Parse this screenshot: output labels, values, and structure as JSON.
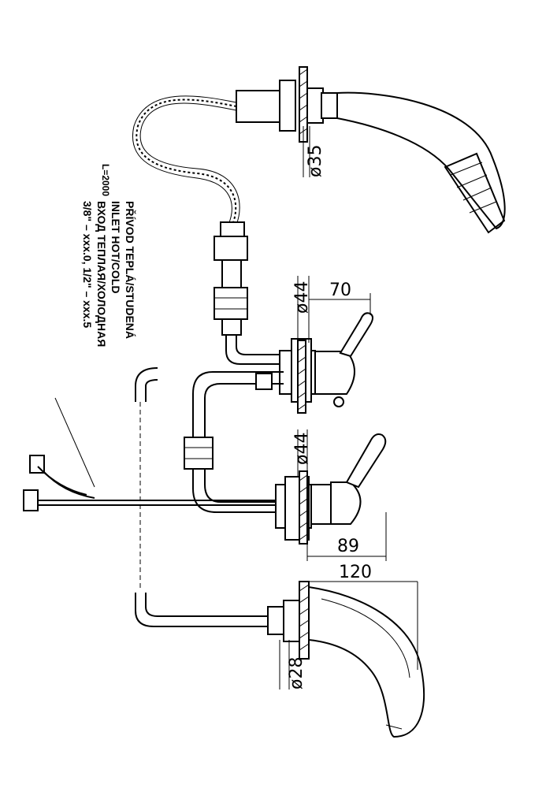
{
  "dimensions": {
    "d35": "ø35",
    "d44_top": "ø44",
    "d44_mid": "ø44",
    "d28": "ø28",
    "l70": "70",
    "l89": "89",
    "l120": "120",
    "hose_length": "L=2000"
  },
  "inlet_note": {
    "line1": "PŘÍVOD TEPLÁ/STUDENÁ",
    "line2": "INLET HOT/COLD",
    "line3": "ВХОД ТЕПЛАЯ/ХОЛОДНАЯ",
    "line4": "3/8\" – xxx.0, 1/2\" – xxx.5"
  }
}
